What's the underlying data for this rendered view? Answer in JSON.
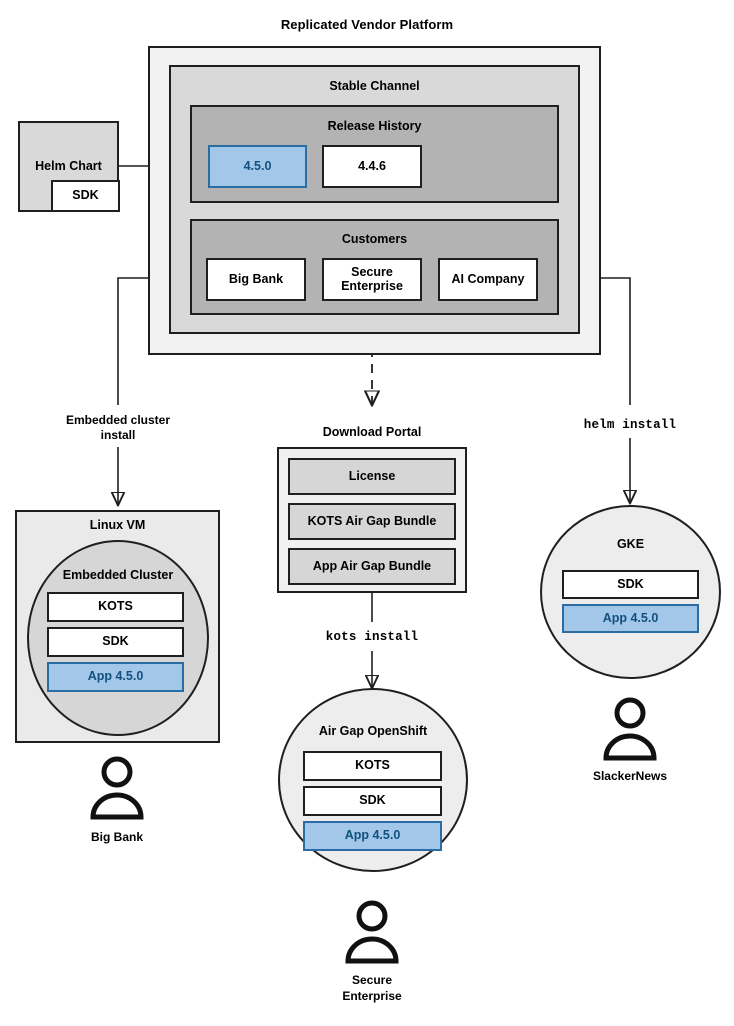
{
  "title": "Replicated Vendor Platform",
  "platform": {
    "channel_label": "Stable Channel",
    "release_history": {
      "label": "Release History",
      "releases": [
        {
          "version": "4.5.0",
          "highlighted": true
        },
        {
          "version": "4.4.6",
          "highlighted": false
        }
      ]
    },
    "customers": {
      "label": "Customers",
      "items": [
        {
          "name": "Big Bank"
        },
        {
          "name": "Secure\nEnterprise"
        },
        {
          "name": "AI Company"
        }
      ]
    }
  },
  "source": {
    "helm_chart_label": "Helm Chart",
    "sdk_label": "SDK"
  },
  "edges": {
    "embedded_cluster_install": "Embedded cluster\ninstall",
    "helm_install": "helm install",
    "kots_install": "kots install"
  },
  "targets": {
    "linux_vm": {
      "label": "Linux VM",
      "cluster_label": "Embedded Cluster",
      "components": [
        {
          "label": "KOTS",
          "highlighted": false
        },
        {
          "label": "SDK",
          "highlighted": false
        },
        {
          "label": "App 4.5.0",
          "highlighted": true
        }
      ]
    },
    "download_portal": {
      "label": "Download Portal",
      "artifacts": [
        {
          "label": "License"
        },
        {
          "label": "KOTS Air Gap Bundle"
        },
        {
          "label": "App Air Gap Bundle"
        }
      ]
    },
    "air_gap_openshift": {
      "label": "Air Gap OpenShift",
      "components": [
        {
          "label": "KOTS",
          "highlighted": false
        },
        {
          "label": "SDK",
          "highlighted": false
        },
        {
          "label": "App 4.5.0",
          "highlighted": true
        }
      ]
    },
    "gke": {
      "label": "GKE",
      "components": [
        {
          "label": "SDK",
          "highlighted": false
        },
        {
          "label": "App 4.5.0",
          "highlighted": true
        }
      ]
    }
  },
  "actors": [
    {
      "name": "Big Bank"
    },
    {
      "name": "Secure\nEnterprise"
    },
    {
      "name": "SlackerNews"
    }
  ],
  "colors": {
    "highlight_fill": "#a2c7e8",
    "highlight_border": "#2b6ca3",
    "highlight_text": "#12507e",
    "outline": "#1f1f1f",
    "platform_bg": "#f2f2f2",
    "channel_bg": "#d9d9d9",
    "section_bg": "#b3b3b3"
  }
}
